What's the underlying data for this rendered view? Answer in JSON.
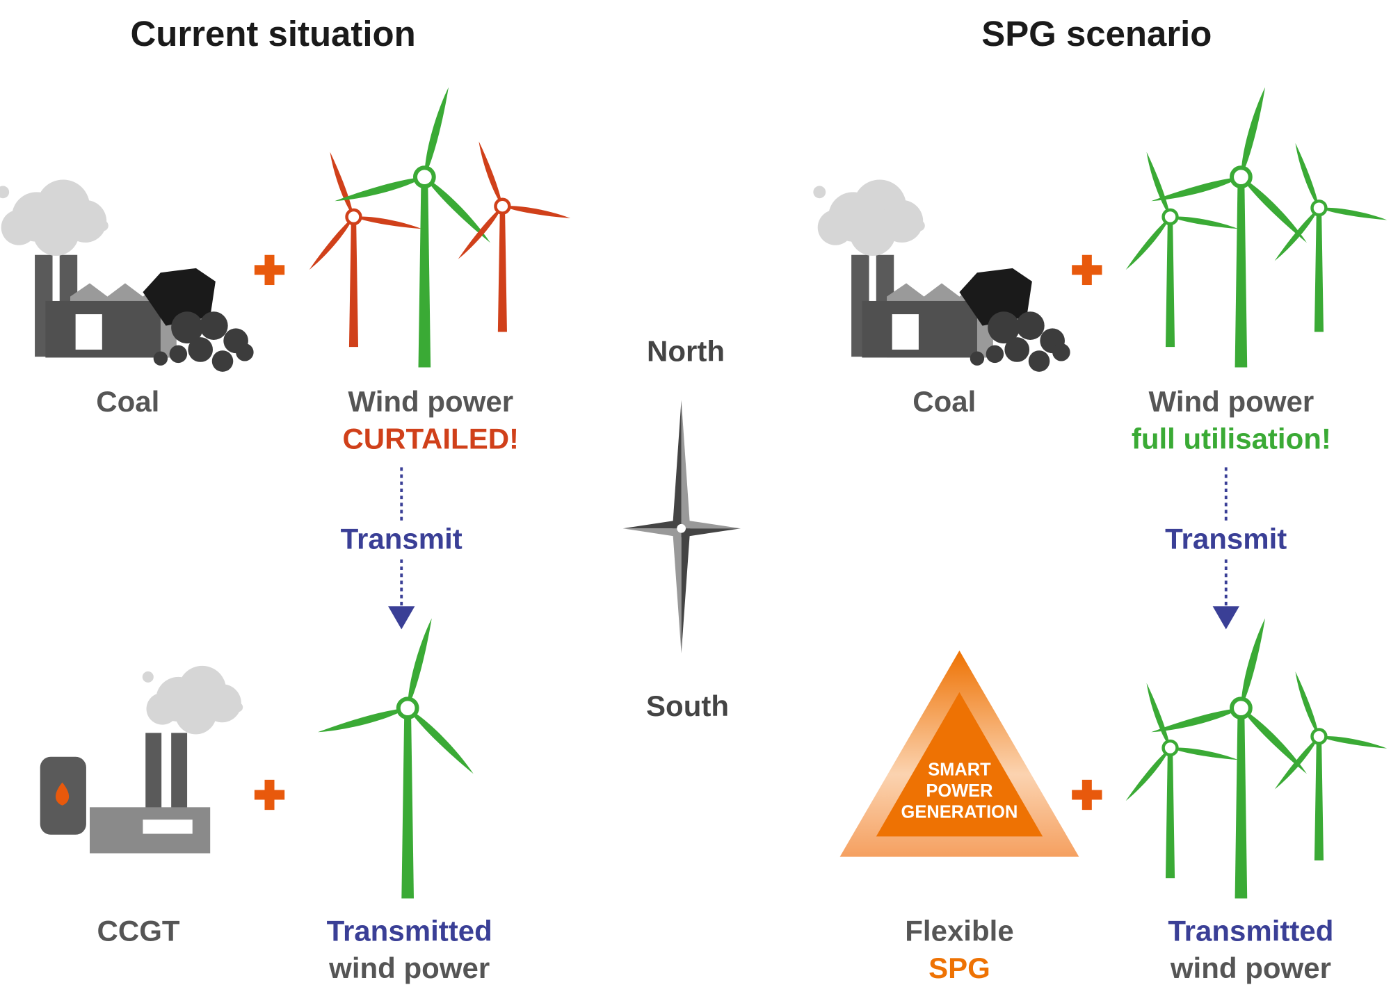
{
  "titles": {
    "left": "Current situation",
    "right": "SPG scenario"
  },
  "current": {
    "coal_label": "Coal",
    "wind_label": "Wind power",
    "wind_status": "CURTAILED!",
    "transmit_label": "Transmit",
    "ccgt_label": "CCGT",
    "transmitted_line1": "Transmitted",
    "transmitted_line2": "wind power"
  },
  "spg": {
    "coal_label": "Coal",
    "wind_label": "Wind power",
    "wind_status": "full utilisation!",
    "transmit_label": "Transmit",
    "triangle_text": [
      "SMART",
      "POWER",
      "GENERATION"
    ],
    "flexible_line1": "Flexible",
    "flexible_line2": "SPG",
    "transmitted_line1": "Transmitted",
    "transmitted_line2": "wind power"
  },
  "compass": {
    "north": "North",
    "south": "South"
  },
  "colors": {
    "green": "#3aaa35",
    "red": "#d0401a",
    "blue": "#3a3f96",
    "orange": "#ee7203",
    "plus": "#e8590c",
    "grey_dark": "#555555",
    "grey_mid": "#8a8a8a",
    "smoke": "#d6d6d6"
  }
}
